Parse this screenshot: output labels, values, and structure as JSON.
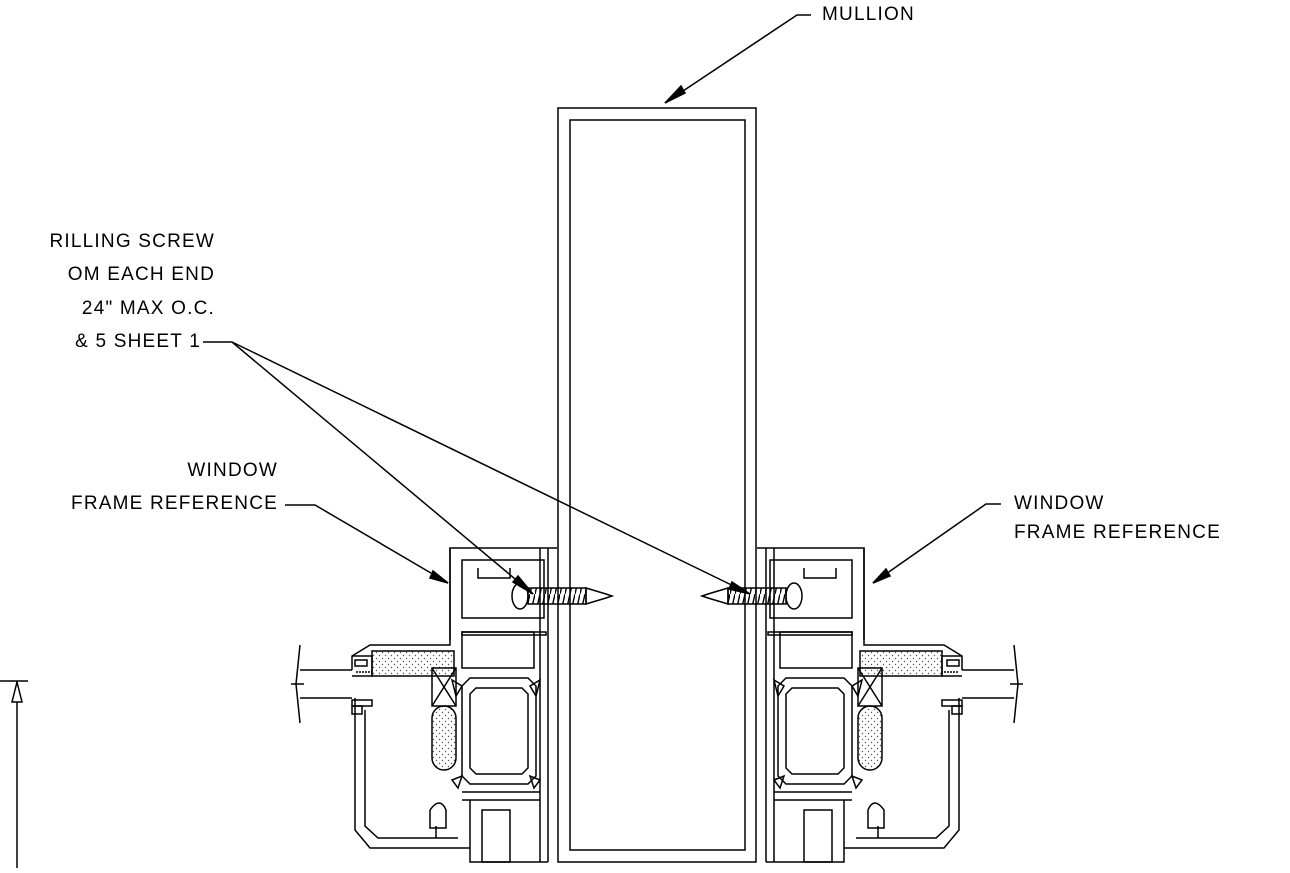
{
  "labels": {
    "mullion": "MULLION",
    "screw_note": {
      "line1": "RILLING SCREW",
      "line2": "OM EACH END",
      "line3": "24\" MAX O.C.",
      "line4": "& 5 SHEET 1"
    },
    "left_frame": {
      "line1": "WINDOW",
      "line2": "FRAME REFERENCE"
    },
    "right_frame": {
      "line1": "WINDOW",
      "line2": "FRAME REFERENCE"
    }
  },
  "colors": {
    "line": "#000000",
    "background": "#ffffff",
    "fill_dots": "#555555"
  }
}
